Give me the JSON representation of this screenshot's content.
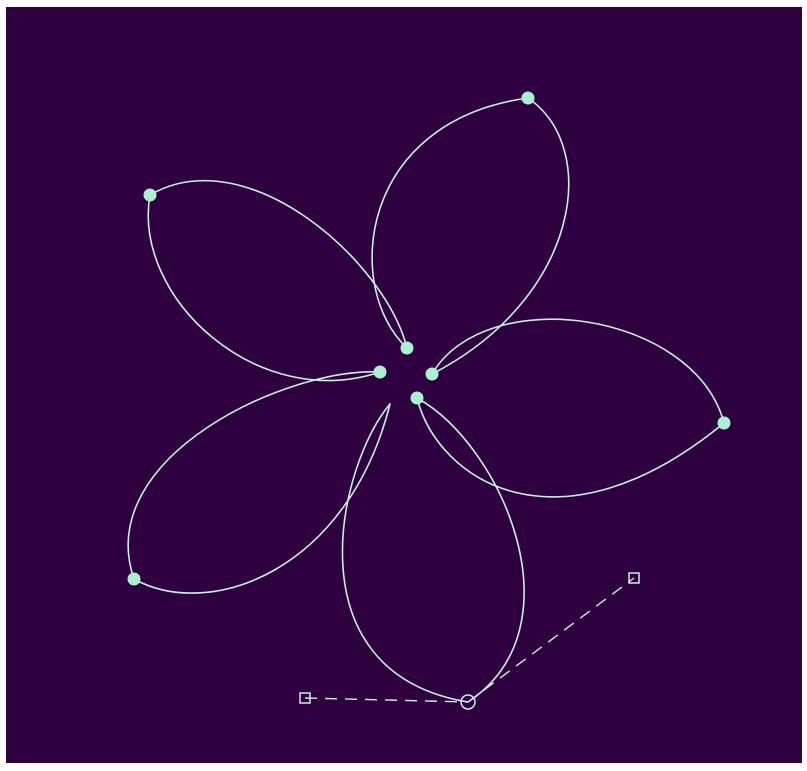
{
  "canvas": {
    "background_color": "#2e0040",
    "stroke_color": "#c9f0df",
    "point_color": "#a9f2cf"
  },
  "shape": {
    "type": "flower",
    "petal_count": 5,
    "editing_mode": "bezier-handle-edit"
  },
  "icons": {
    "anchor": "anchor-point-icon",
    "selected_anchor": "selected-anchor-circle-icon",
    "control_handle": "control-handle-square-icon"
  }
}
